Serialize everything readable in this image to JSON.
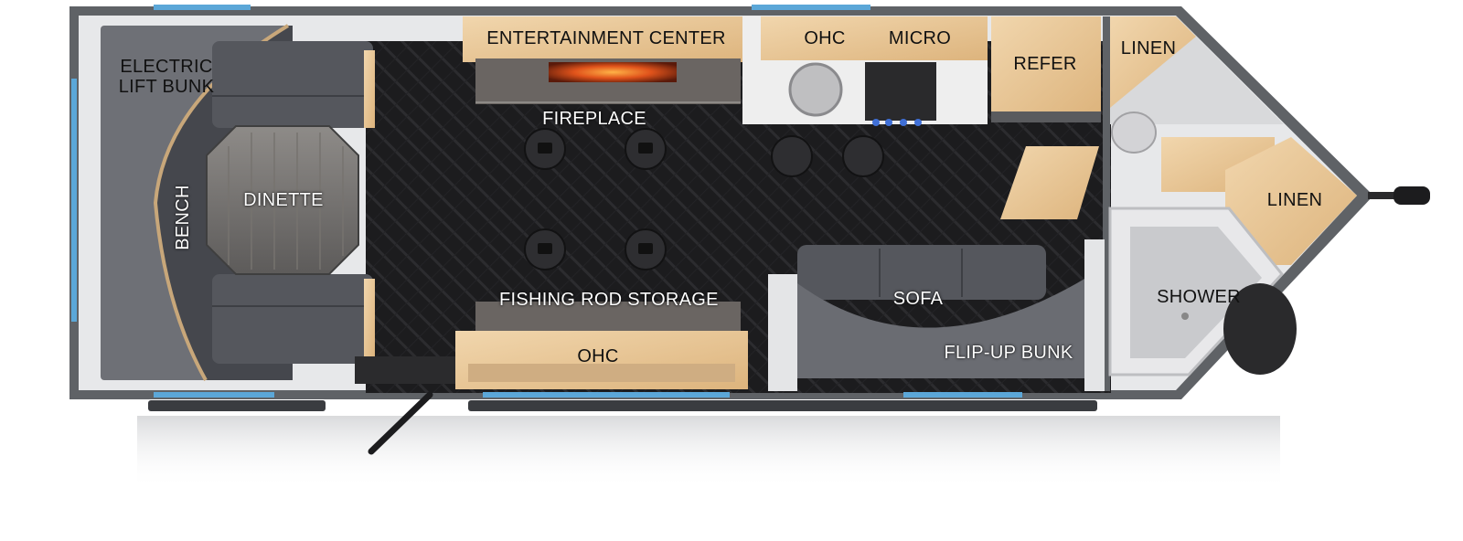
{
  "floorplan": {
    "labels": {
      "electric_lift_bunk": "ELECTRIC\nLIFT BUNK",
      "bench": "BENCH",
      "dinette": "DINETTE",
      "entertainment_center": "ENTERTAINMENT CENTER",
      "fireplace": "FIREPLACE",
      "ohc_top": "OHC",
      "micro": "MICRO",
      "refer": "REFER",
      "linen_top": "LINEN",
      "linen_right": "LINEN",
      "shower": "SHOWER",
      "fishing_rod_storage": "FISHING ROD STORAGE",
      "ohc_bottom": "OHC",
      "sofa": "SOFA",
      "flip_up_bunk": "FLIP-UP BUNK"
    },
    "colors": {
      "wall": "#5f6266",
      "floor": "#1b1b1d",
      "upholstery": "#5a5c63",
      "wood": "#e9c99a",
      "window": "#5ba7d8",
      "counter": "#e9e9e9"
    }
  }
}
